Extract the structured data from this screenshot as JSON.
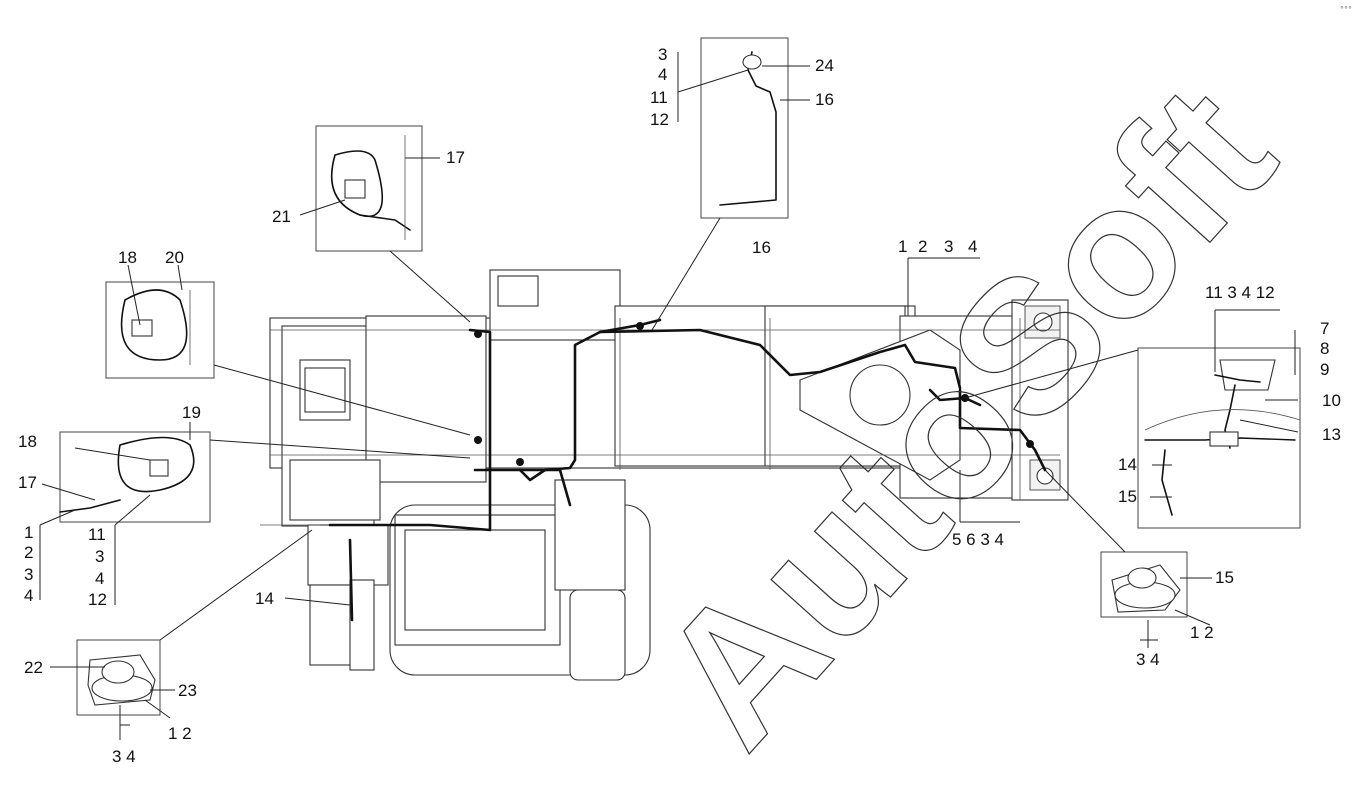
{
  "watermark": "AutoSoft",
  "corner_mark": "°°°",
  "labels": {
    "l1": "1",
    "l2": "2",
    "l3": "3",
    "l4": "4",
    "l5": "5",
    "l6": "6",
    "l7": "7",
    "l8": "8",
    "l9": "9",
    "l10": "10",
    "l11": "11",
    "l12": "12",
    "l13": "13",
    "l14": "14",
    "l15": "15",
    "l16": "16",
    "l17": "17",
    "l18": "18",
    "l19": "19",
    "l20": "20",
    "l21": "21",
    "l22": "22",
    "l23": "23",
    "l24": "24",
    "pair12": "1 2",
    "pair34": "3 4",
    "r11_3_4_12": "11 3  4  12",
    "b5634": "5 6 3 4"
  }
}
